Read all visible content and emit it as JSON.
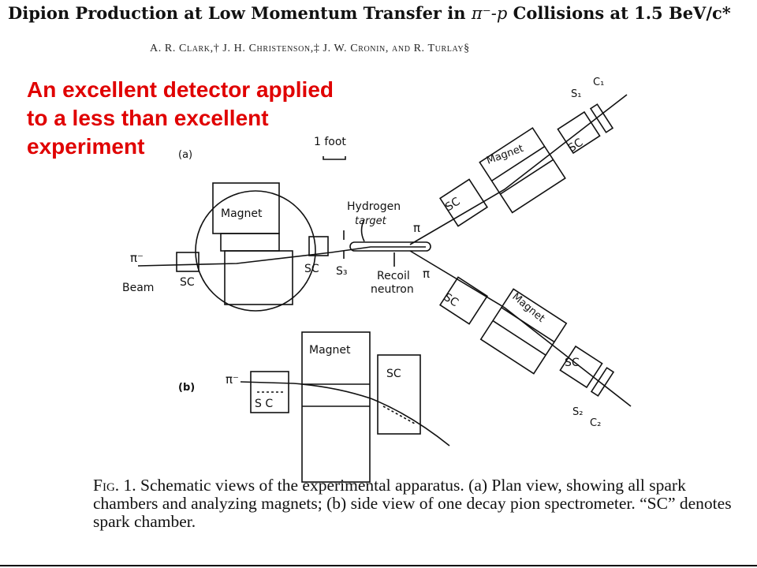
{
  "paper": {
    "title_main": "Dipion Production at Low Momentum Transfer in ",
    "title_symbol": "π⁻-p",
    "title_tail": " Collisions at 1.5 BeV/c*",
    "authors": "A. R. Clark,† J. H. Christenson,‡ J. W. Cronin, and R. Turlay§"
  },
  "callout": {
    "line1": "An excellent detector applied",
    "line2": "to a less than excellent",
    "line3": "experiment"
  },
  "diagram": {
    "panel_a": "(a)",
    "panel_b": "(b)",
    "scale_label": "1 foot",
    "magnet": "Magnet",
    "sc": "SC",
    "sc_spaced": "S C",
    "pi_minus": "π⁻",
    "pi": "π",
    "beam": "Beam",
    "s1": "S₁",
    "c1": "C₁",
    "s2": "S₂",
    "c2": "C₂",
    "s3": "S₃",
    "hydrogen": "Hydrogen",
    "target": "target",
    "recoil": "Recoil",
    "neutron": "neutron"
  },
  "caption": {
    "fig_label": "Fig. 1.",
    "text": " Schematic views of the experimental apparatus. (a) Plan view, showing all spark chambers and analyzing magnets; (b) side view of one decay pion spectrometer. “SC” denotes spark chamber."
  }
}
